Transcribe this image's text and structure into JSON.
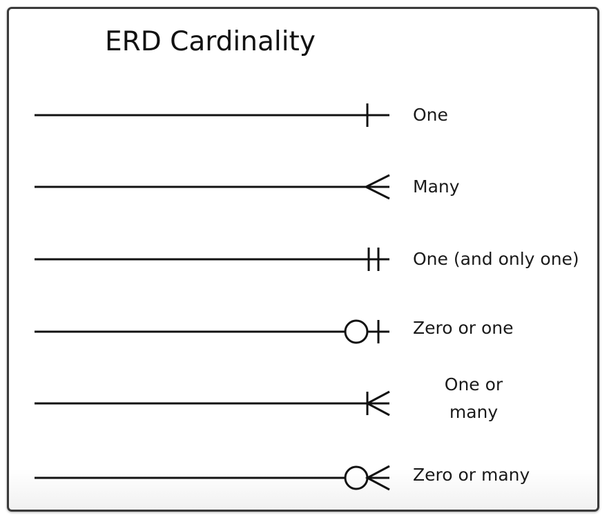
{
  "title": "ERD Cardinality",
  "colors": {
    "stroke": "#111111",
    "frame": "#3a3a3a"
  },
  "rows": [
    {
      "id": "one",
      "symbol": "one-icon",
      "label": "One"
    },
    {
      "id": "many",
      "symbol": "crows-foot-icon",
      "label": "Many"
    },
    {
      "id": "one-and-only-one",
      "symbol": "double-bar-icon",
      "label": "One (and only one)"
    },
    {
      "id": "zero-or-one",
      "symbol": "circle-bar-icon",
      "label": "Zero or one"
    },
    {
      "id": "one-or-many",
      "symbol": "bar-crows-foot-icon",
      "label_lines": [
        "One or",
        "many"
      ]
    },
    {
      "id": "zero-or-many",
      "symbol": "circle-crows-foot-icon",
      "label": "Zero or many"
    }
  ]
}
